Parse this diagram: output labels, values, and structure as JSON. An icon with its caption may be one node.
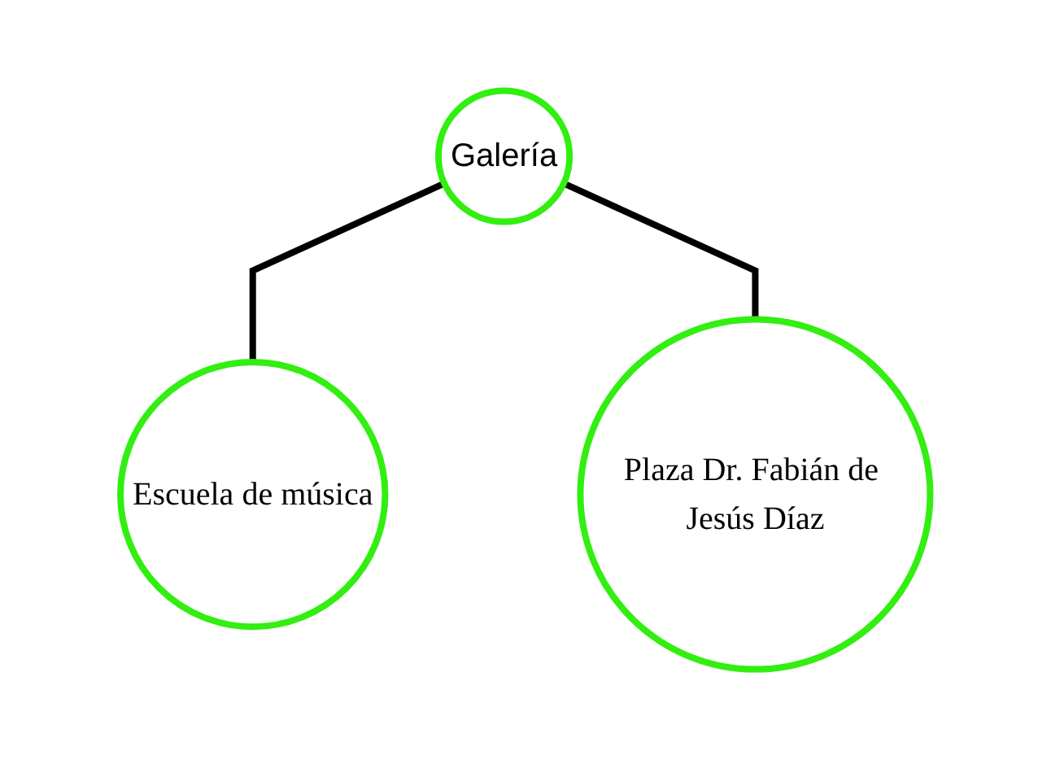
{
  "diagram": {
    "nodes": [
      {
        "text": [
          "Escuela de música"
        ]
      },
      {
        "text": [
          "Plaza Dr. Fabián de Jesús Díaz"
        ]
      },
      {
        "text": [
          "Galería"
        ]
      }
    ],
    "edges": [
      {
        "from": 0,
        "to": 2,
        "arrow": "none"
      },
      {
        "from": 1,
        "to": 2,
        "arrow": "none"
      }
    ]
  }
}
